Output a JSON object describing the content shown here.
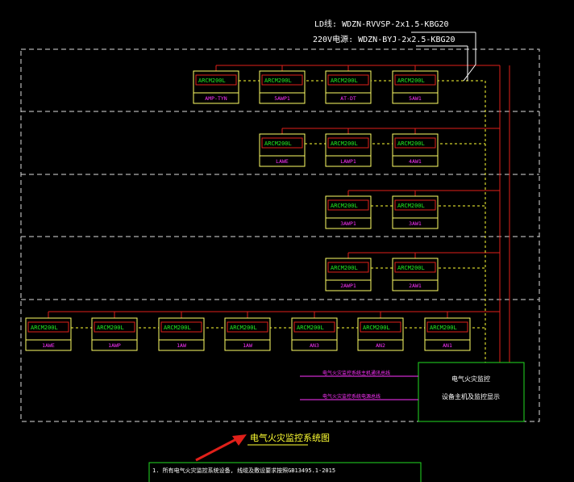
{
  "cable_labels": {
    "ld_line": "LD线: WDZN-RVVSP-2x1.5-KBG20",
    "power_line": "220V电源: WDZN-BYJ-2x2.5-KBG20"
  },
  "module_model": "ARCM200L",
  "floors": [
    {
      "modules": [
        "AMP-TYN",
        "5AWP1",
        "AT-DT",
        "5AW1"
      ]
    },
    {
      "modules": [
        "LAWE",
        "LAWP1",
        "4AW1"
      ]
    },
    {
      "modules": [
        "3AWP1",
        "3AW1"
      ]
    },
    {
      "modules": [
        "2AWP1",
        "2AW1"
      ]
    },
    {
      "modules": [
        "1AWE",
        "1AWP",
        "1AW",
        "1AW",
        "AN3",
        "AN2",
        "AN1"
      ]
    }
  ],
  "bus_labels": [
    "电气火灾监控系统主机通讯总线",
    "电气火灾监控系统电源总线"
  ],
  "host": {
    "line1": "电气火灾监控",
    "line2": "设备主机及监控显示"
  },
  "title": "电气火灾监控系统图",
  "note": "1. 所有电气火灾监控系统设备, 线缆及敷设要求按照GB13495.1-2015"
}
